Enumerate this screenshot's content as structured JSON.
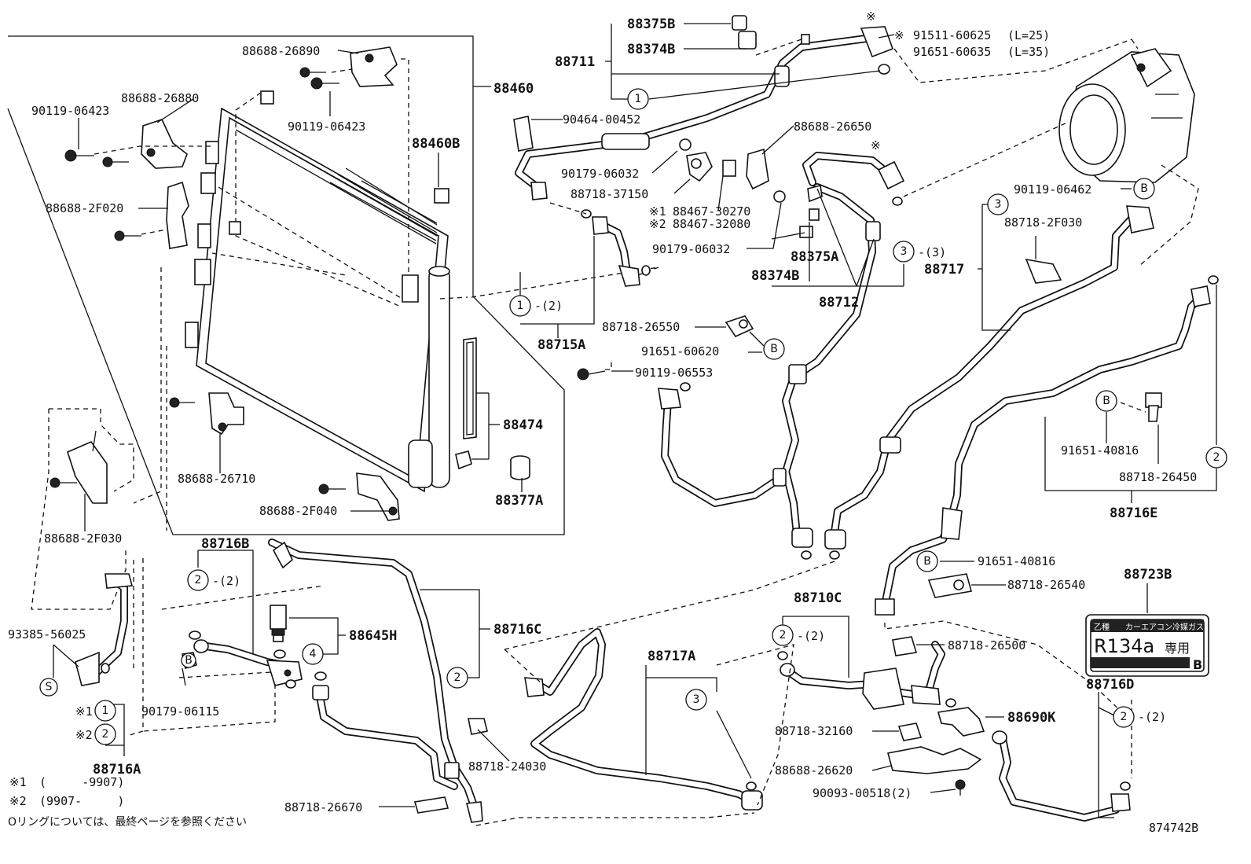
{
  "labels": {
    "p88460": "88460",
    "p88688_26890": "88688-26890",
    "p90119_06423_a": "90119-06423",
    "p88688_26880": "88688-26880",
    "p90119_06423_b": "90119-06423",
    "p88460B": "88460B",
    "p88688_2F020": "88688-2F020",
    "p88474": "88474",
    "p88377A": "88377A",
    "p88688_26710": "88688-26710",
    "p88688_2F040": "88688-2F040",
    "p88688_2F030": "88688-2F030",
    "p93385_56025": "93385-56025",
    "p88716A": "88716A",
    "p88716B": "88716B",
    "p88645H": "88645H",
    "p88716C": "88716C",
    "p90179_06115": "90179-06115",
    "p88718_24030": "88718-24030",
    "p88718_26670": "88718-26670",
    "p88375B": "88375B",
    "p88374B_top": "88374B",
    "p88711": "88711",
    "p91511_60625": "91511-60625",
    "p91511_len": "(L=25)",
    "p91651_60635": "91651-60635",
    "p91651_len": "(L=35)",
    "p90464_00452": "90464-00452",
    "p88688_26650": "88688-26650",
    "p90179_06032_a": "90179-06032",
    "p88718_37150": "88718-37150",
    "p88467_30270": "88467-30270",
    "p88467_32080": "88467-32080",
    "p90179_06032_b": "90179-06032",
    "p88375A": "88375A",
    "p88374B": "88374B",
    "p88712": "88712",
    "p88715A": "88715A",
    "p88718_26550": "88718-26550",
    "p91651_60620": "91651-60620",
    "p90119_06553": "90119-06553",
    "p90119_06462": "90119-06462",
    "p88718_2F030": "88718-2F030",
    "p88717": "88717",
    "p91651_40816_a": "91651-40816",
    "p88718_26450": "88718-26450",
    "p88716E": "88716E",
    "p91651_40816_b": "91651-40816",
    "p88718_26540": "88718-26540",
    "p88723B": "88723B",
    "p88718_26500": "88718-26500",
    "p88710C": "88710C",
    "p88717A": "88717A",
    "p88690K": "88690K",
    "p88716D": "88716D",
    "p88718_32160": "88718-32160",
    "p88688_26620": "88688-26620",
    "p90093_00518": "90093-00518(2)",
    "drawing_no": "874742B",
    "qty_2": "-(2)",
    "qty_3": "-(3)",
    "mark1": "※1",
    "mark2": "※2",
    "mark": "※",
    "c1": "1",
    "c2": "2",
    "c3": "3",
    "c4": "4",
    "cB": "B",
    "cS": "S"
  },
  "notes": {
    "n1_mark": "※1",
    "n1_text": "(     -9907)",
    "n2_mark": "※2",
    "n2_text": "(9907-     )",
    "oring": "Oリングについては、最終ページを参照ください"
  },
  "refrigerant_label": {
    "top_left": "乙種",
    "top_mid": "カーエアコン",
    "top_right": "冷媒ガス",
    "main": "R134a",
    "main_right": "専用",
    "bottom_right": "B"
  }
}
